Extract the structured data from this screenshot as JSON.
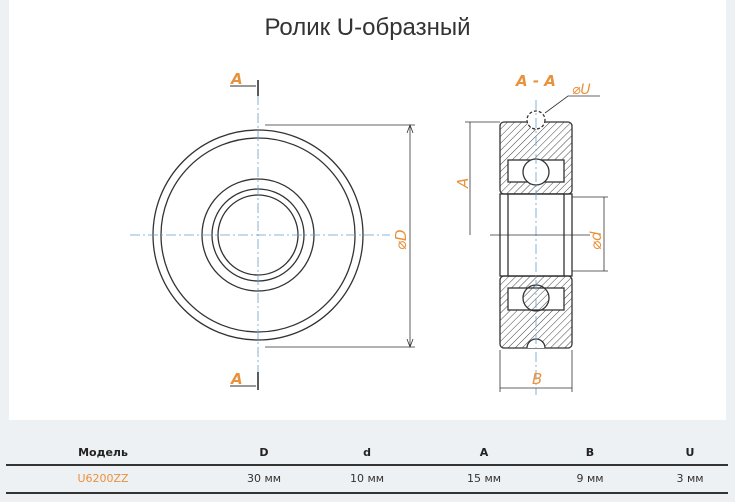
{
  "title": "Ролик U-образный",
  "drawing": {
    "section_label": "A",
    "section_title": "A - A",
    "dim_D": "⌀D",
    "dim_d": "⌀d",
    "dim_A": "A",
    "dim_B": "B",
    "dim_U": "⌀U",
    "accent": "#e8923c"
  },
  "table": {
    "headers": [
      "Модель",
      "D",
      "d",
      "A",
      "B",
      "U"
    ],
    "rows": [
      [
        "U6200ZZ",
        "30 мм",
        "10 мм",
        "15 мм",
        "9 мм",
        "3 мм"
      ]
    ]
  }
}
